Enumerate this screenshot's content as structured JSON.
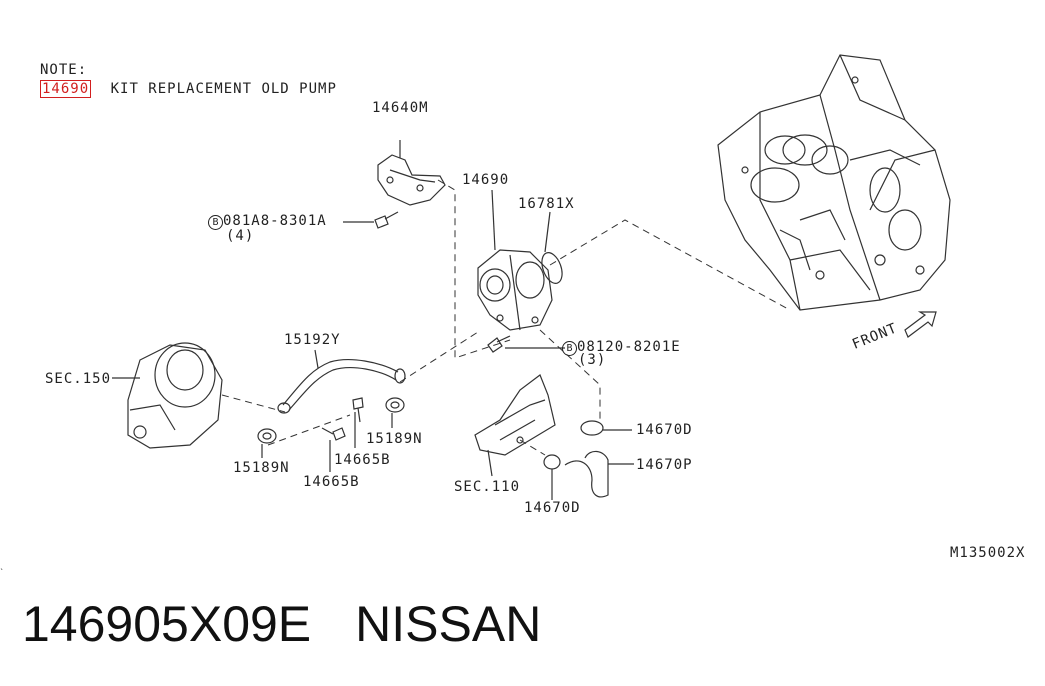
{
  "note": {
    "heading": "NOTE:",
    "highlight": "14690",
    "text": "KIT REPLACEMENT OLD PUMP",
    "highlight_color": "#d21f1f"
  },
  "labels": {
    "p14640M": "14640M",
    "p14690": "14690",
    "p16781X": "16781X",
    "bolt_a": "081A8-8301A",
    "bolt_a_qty": "(4)",
    "bolt_b": "08120-8201E",
    "bolt_b_qty": "(3)",
    "p15192Y": "15192Y",
    "sec150": "SEC.150",
    "p15189N_left": "15189N",
    "p15189N_right": "15189N",
    "p14665B_left": "14665B",
    "p14665B_right": "14665B",
    "sec110": "SEC.110",
    "p14670D_top": "14670D",
    "p14670D_bottom": "14670D",
    "p14670P": "14670P",
    "front": "FRONT",
    "diagram_id": "M135002X",
    "bolt_symbol": "B"
  },
  "footer": {
    "part_number": "146905X09E",
    "brand": "NISSAN"
  }
}
